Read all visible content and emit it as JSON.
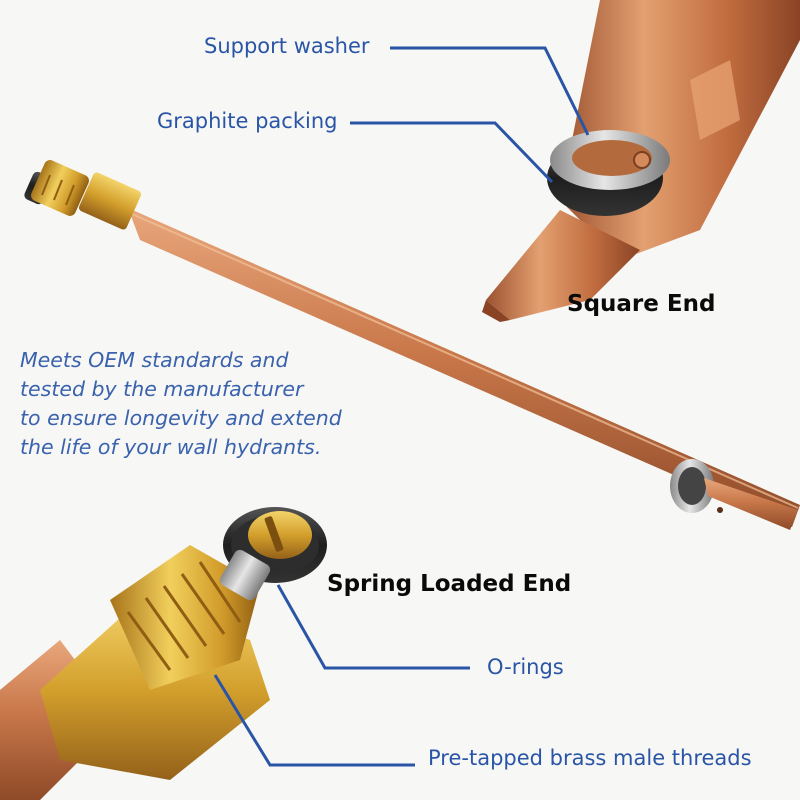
{
  "colors": {
    "callout_text": "#2a55a6",
    "leader_line": "#2a55a6",
    "copper": "#c9784a",
    "brass": "#d9a52b",
    "background": "#f7f7f5"
  },
  "callouts": {
    "support_washer": "Support washer",
    "graphite_packing": "Graphite packing",
    "o_rings": "O-rings",
    "brass_threads": "Pre-tapped brass male threads"
  },
  "headings": {
    "square_end": "Square End",
    "spring_loaded_end": "Spring Loaded End"
  },
  "description": {
    "lines": [
      "Meets OEM standards and",
      "tested by the manufacturer",
      "to ensure longevity and extend",
      "the life of your wall hydrants."
    ]
  }
}
